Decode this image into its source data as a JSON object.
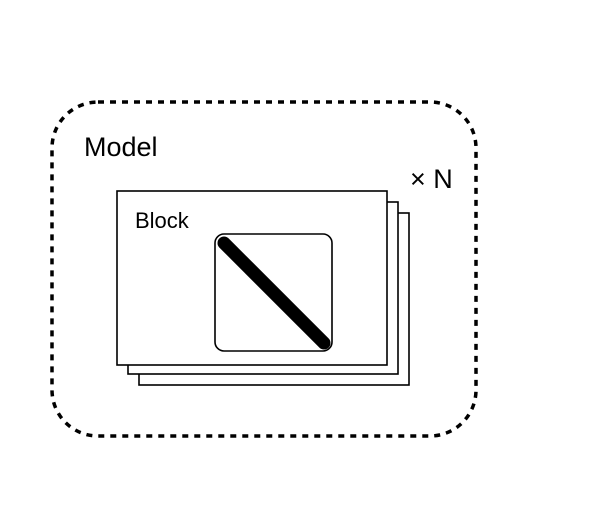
{
  "model": {
    "label": "Model"
  },
  "block": {
    "label": "Block"
  },
  "repeat": {
    "label": "× N"
  },
  "colors": {
    "stroke": "#000000",
    "background": "#ffffff"
  },
  "icons": {
    "inner_layer": "diagonal-line-icon"
  }
}
